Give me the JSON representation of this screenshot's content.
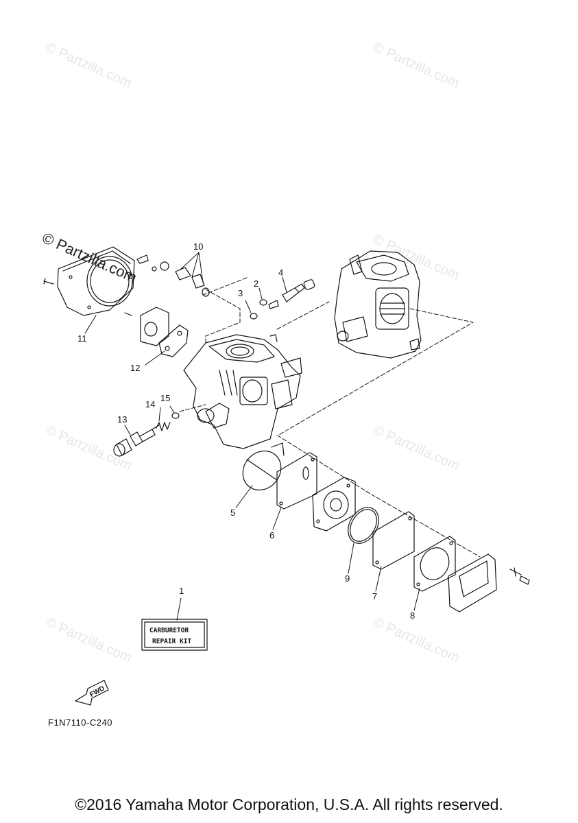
{
  "watermark": {
    "text": "© Partzilla.com"
  },
  "callouts": [
    "1",
    "2",
    "3",
    "4",
    "5",
    "6",
    "7",
    "8",
    "9",
    "10",
    "11",
    "12",
    "13",
    "14",
    "15"
  ],
  "repair_kit": {
    "line1": "CARBURETOR",
    "line2": "REPAIR KIT"
  },
  "fwd_label": "FWD",
  "diagram_code": "F1N7110-C240",
  "copyright": "©2016 Yamaha Motor Corporation, U.S.A. All rights reserved."
}
